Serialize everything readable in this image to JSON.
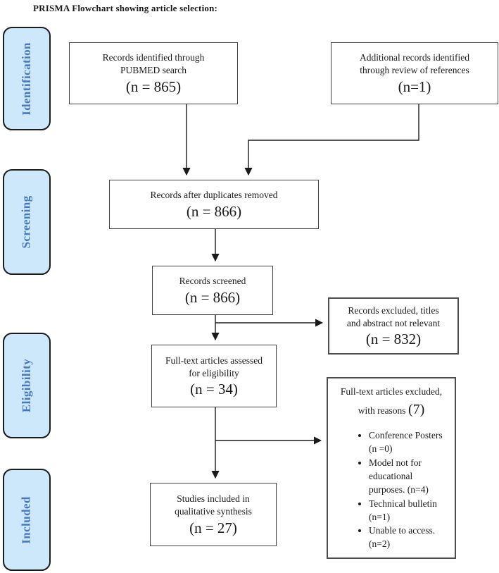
{
  "title": "PRISMA Flowchart showing article selection:",
  "colors": {
    "background": "#ffffff",
    "stage_fill": "#cde8fa",
    "stage_border": "#1c1c1c",
    "stage_text": "#4577c2",
    "box_border": "#3f3f3f",
    "arrow": "#1a1a1a"
  },
  "stages": [
    {
      "id": "identification",
      "label": "Identification"
    },
    {
      "id": "screening",
      "label": "Screening"
    },
    {
      "id": "eligibility",
      "label": "Eligibility"
    },
    {
      "id": "included",
      "label": "Included"
    }
  ],
  "boxes": {
    "records_identified": {
      "lines": [
        "Records identified through",
        "PUBMED search"
      ],
      "count": "(n = 865)"
    },
    "additional_records": {
      "lines": [
        "Additional records identified",
        "through review of references"
      ],
      "count": "(n=1)"
    },
    "duplicates_removed": {
      "lines": [
        "Records after duplicates removed"
      ],
      "count": "(n = 866)"
    },
    "records_screened": {
      "lines": [
        "Records screened"
      ],
      "count": "(n = 866)"
    },
    "records_excluded": {
      "lines": [
        "Records excluded, titles",
        "and abstract not relevant"
      ],
      "count": "(n = 832)"
    },
    "fulltext_assessed": {
      "lines": [
        "Full-text articles assessed",
        "for eligibility"
      ],
      "count": "(n = 34)"
    },
    "fulltext_excluded": {
      "title_line": "Full-text articles excluded,",
      "reasons_prefix": "with reasons",
      "reasons_count": "(7)",
      "bullets": [
        "Conference Posters (n =0)",
        "Model not for educational purposes. (n=4)",
        "Technical bulletin (n=1)",
        "Unable to access. (n=2)"
      ]
    },
    "studies_included": {
      "lines": [
        "Studies included in",
        "qualitative synthesis"
      ],
      "count": "(n = 27)"
    }
  }
}
